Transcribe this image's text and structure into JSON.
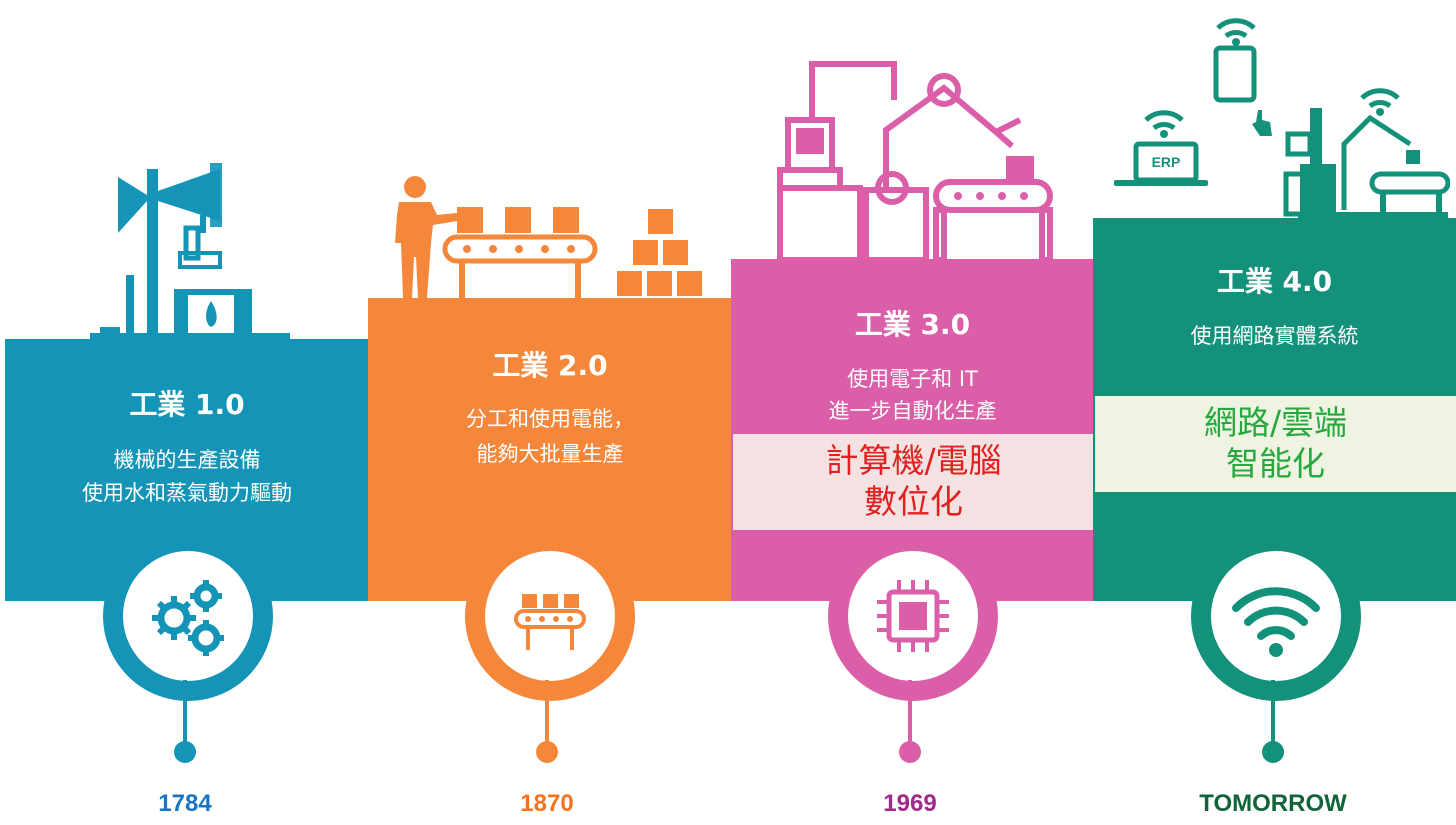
{
  "stages": [
    {
      "title": "工業 1.0",
      "desc_line1": "機械的生產設備",
      "desc_line2": "使用水和蒸氣動力驅動",
      "year": "1784"
    },
    {
      "title": "工業 2.0",
      "desc_line1": "分工和使用電能，",
      "desc_line2": "能夠大批量生產",
      "year": "1870"
    },
    {
      "title": "工業 3.0",
      "desc_line1": "使用電子和 IT",
      "desc_line2": "進一步自動化生產",
      "highlight_line1": "計算機/電腦",
      "highlight_line2": "數位化",
      "year": "1969"
    },
    {
      "title": "工業 4.0",
      "desc_line1": "使用網路實體系統",
      "highlight_line1": "網路/雲端",
      "highlight_line2": "智能化",
      "year": "TOMORROW",
      "laptop_label": "ERP"
    }
  ],
  "colors": {
    "stage1": "#1495b8",
    "stage2": "#f5873a",
    "stage3": "#da5fa8",
    "stage4": "#13917a",
    "year1": "#1a73c4",
    "year2": "#f5731e",
    "year3": "#a02a8a",
    "year4": "#12633a",
    "highlight3_text": "#e32020",
    "highlight4_text": "#27a83e"
  },
  "icons": [
    "gears-icon",
    "conveyor-icon",
    "chip-icon",
    "wifi-icon"
  ]
}
